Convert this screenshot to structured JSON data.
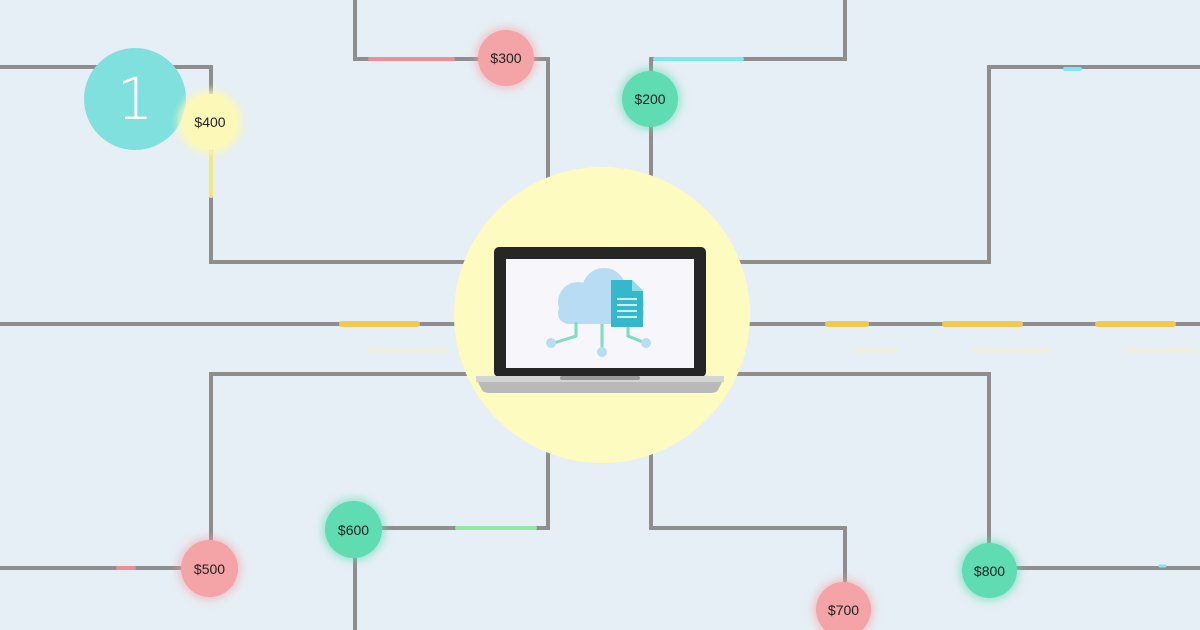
{
  "step_badge": {
    "label": "1"
  },
  "price_nodes": [
    {
      "id": "300",
      "label": "$300",
      "color": "pink"
    },
    {
      "id": "200",
      "label": "$200",
      "color": "green"
    },
    {
      "id": "400",
      "label": "$400",
      "color": "yellow"
    },
    {
      "id": "500",
      "label": "$500",
      "color": "pink"
    },
    {
      "id": "600",
      "label": "$600",
      "color": "green"
    },
    {
      "id": "700",
      "label": "$700",
      "color": "pink"
    },
    {
      "id": "800",
      "label": "$800",
      "color": "green"
    }
  ],
  "center": {
    "icon": "laptop-cloud-document-icon"
  },
  "colors": {
    "background": "#e6eff5",
    "wire": "#8e8e8e",
    "hub": "#fdfbbf",
    "pink": "#f4a3a6",
    "green": "#5fdcb2",
    "yellow": "#fbf8b8",
    "badge": "#7fe0de",
    "dash_yellow": "#f3c84f"
  }
}
